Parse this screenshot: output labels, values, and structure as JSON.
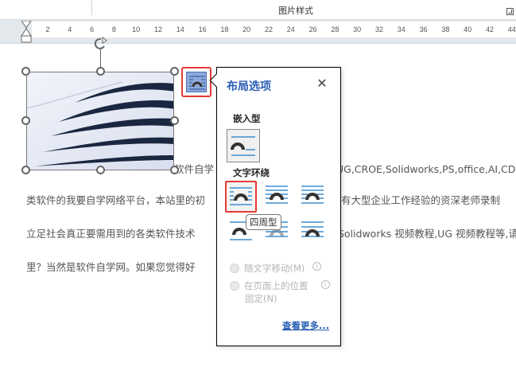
{
  "ribbon": {
    "group_label": "图片样式",
    "launcher_icon": "dialog-launcher-icon"
  },
  "ruler": {
    "ticks": [
      "2",
      "4",
      "6",
      "8",
      "10",
      "12",
      "14",
      "16",
      "18",
      "20",
      "22",
      "24",
      "26",
      "28",
      "30",
      "32",
      "34",
      "36",
      "38",
      "40",
      "42",
      "44"
    ]
  },
  "document": {
    "paragraphs": [
      {
        "left_part": "软件自学",
        "right_part": "UG,CROE,Solidworks,PS,office,AI,CDR,软"
      },
      {
        "left_part": "类软件的我要自学网络平台，本站里的初",
        "right_part": "有大型企业工作经验的资深老师录制"
      },
      {
        "left_part": "立足社会真正要需用到的各类软件技术",
        "right_part": "Solidworks 视频教程,UG 视频教程等,请"
      },
      {
        "left_part": "里？当然是软件自学网。如果您觉得好",
        "right_part": ""
      }
    ]
  },
  "picture": {
    "description": "abstract curved dark stripes photo",
    "colors": {
      "background": "#e4e8f4",
      "stripe": "#1a2740"
    }
  },
  "layout_options_button": {
    "icon": "wrap-text-icon",
    "highlight_color": "#e53935"
  },
  "flyout": {
    "title": "布局选项",
    "close_icon": "close-icon",
    "inline_section": {
      "label": "嵌入型",
      "options": [
        {
          "name": "inline-with-text",
          "tooltip": "嵌入型"
        }
      ]
    },
    "wrap_section": {
      "label": "文字环绕",
      "options": [
        {
          "name": "square",
          "tooltip": "四周型",
          "selected": true
        },
        {
          "name": "tight",
          "tooltip": "紧密型"
        },
        {
          "name": "through",
          "tooltip": "穿越型"
        },
        {
          "name": "top-and-bottom",
          "tooltip": "上下型"
        },
        {
          "name": "behind-text",
          "tooltip": "衬于文字下方"
        },
        {
          "name": "in-front-of-text",
          "tooltip": "浮于文字上方"
        }
      ]
    },
    "tooltip_text": "四周型",
    "radio_options": [
      {
        "label": "随文字移动(M)",
        "enabled": false
      },
      {
        "label_line1": "在页面上的位置",
        "label_line2": "固定(N)",
        "enabled": false
      }
    ],
    "see_more_link": "查看更多...",
    "accent_color": "#2b5fb4"
  }
}
